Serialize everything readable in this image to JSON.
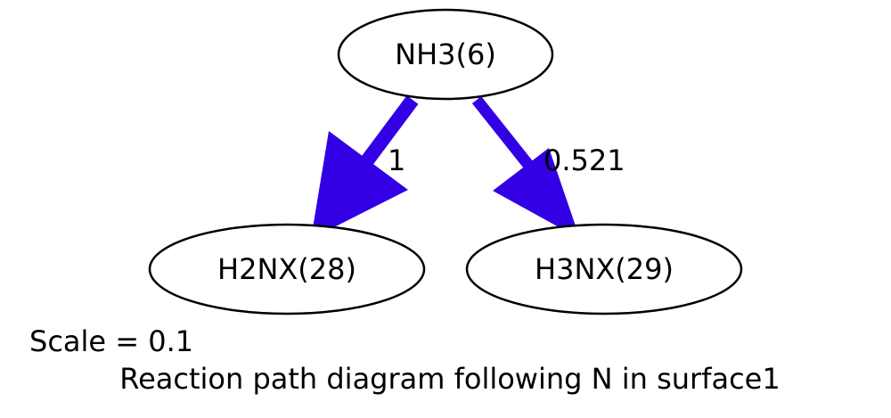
{
  "diagram": {
    "nodes": [
      {
        "id": "nh3",
        "label": "NH3(6)"
      },
      {
        "id": "h2nx",
        "label": "H2NX(28)"
      },
      {
        "id": "h3nx",
        "label": "H3NX(29)"
      }
    ],
    "edges": [
      {
        "from": "nh3",
        "to": "h2nx",
        "label": "1",
        "value": 1
      },
      {
        "from": "nh3",
        "to": "h3nx",
        "label": "0.521",
        "value": 0.521
      }
    ],
    "edge_color": "#3300e6",
    "node_stroke": "#000000"
  },
  "caption": {
    "scale": "Scale = 0.1",
    "title": "Reaction path diagram following N in surface1"
  }
}
